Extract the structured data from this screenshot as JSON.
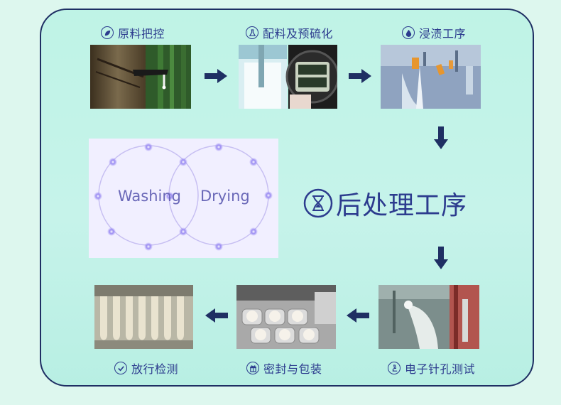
{
  "steps": {
    "raw_material": {
      "label": "原料把控",
      "icon": "leaf-icon"
    },
    "mixing": {
      "label": "配料及预硫化",
      "icon": "flask-icon"
    },
    "dipping": {
      "label": "浸渍工序",
      "icon": "droplet-icon"
    },
    "post_processing": {
      "label": "后处理工序",
      "icon": "hourglass-icon"
    },
    "electronic_test": {
      "label": "电子针孔测试",
      "icon": "microscope-icon"
    },
    "packaging": {
      "label": "密封与包装",
      "icon": "gift-icon"
    },
    "release": {
      "label": "放行检测",
      "icon": "check-icon"
    }
  },
  "diagram": {
    "left_circle_label": "Washing",
    "right_circle_label": "Drying"
  },
  "colors": {
    "accent": "#2c3b8e",
    "frame_border": "#1f2f63",
    "background": "#c6f3ea",
    "arrow": "#1f2f63"
  }
}
